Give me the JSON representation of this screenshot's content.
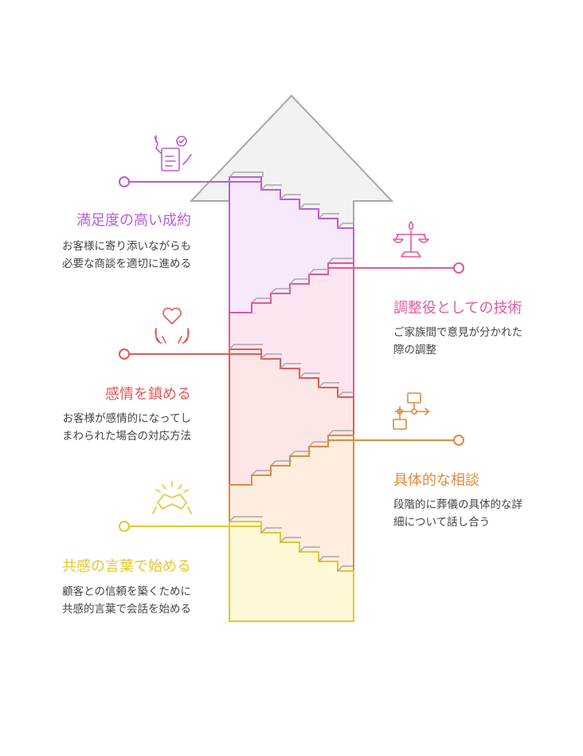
{
  "colors": {
    "purple": "#b95ddb",
    "pink": "#e0599b",
    "red": "#e05a5a",
    "orange": "#e08a3c",
    "yellow": "#e3c72c",
    "gray": "#a7a7a7"
  },
  "steps": [
    {
      "id": "closing",
      "title": "満足度の高い成約",
      "description_line1": "お客様に寄り添いながらも",
      "description_line2": "必要な商談を適切に進める",
      "icon": "contract-hands-icon",
      "side": "left"
    },
    {
      "id": "mediator",
      "title": "調整役としての技術",
      "description_line1": "ご家族間で意見が分かれた",
      "description_line2": "際の調整",
      "icon": "balance-scale-icon",
      "side": "right"
    },
    {
      "id": "calm",
      "title": "感情を鎮める",
      "description_line1": "お客様が感情的になってし",
      "description_line2": "まわられた場合の対応方法",
      "icon": "heart-hands-icon",
      "side": "left"
    },
    {
      "id": "consult",
      "title": "具体的な相談",
      "description_line1": "段階的に葬儀の具体的な詳",
      "description_line2": "細について話し合う",
      "icon": "flowchart-icon",
      "side": "right"
    },
    {
      "id": "empathy",
      "title": "共感の言葉で始める",
      "description_line1": "顧客との信頼を築くために",
      "description_line2": "共感的言葉で会話を始める",
      "icon": "handshake-icon",
      "side": "left"
    }
  ]
}
